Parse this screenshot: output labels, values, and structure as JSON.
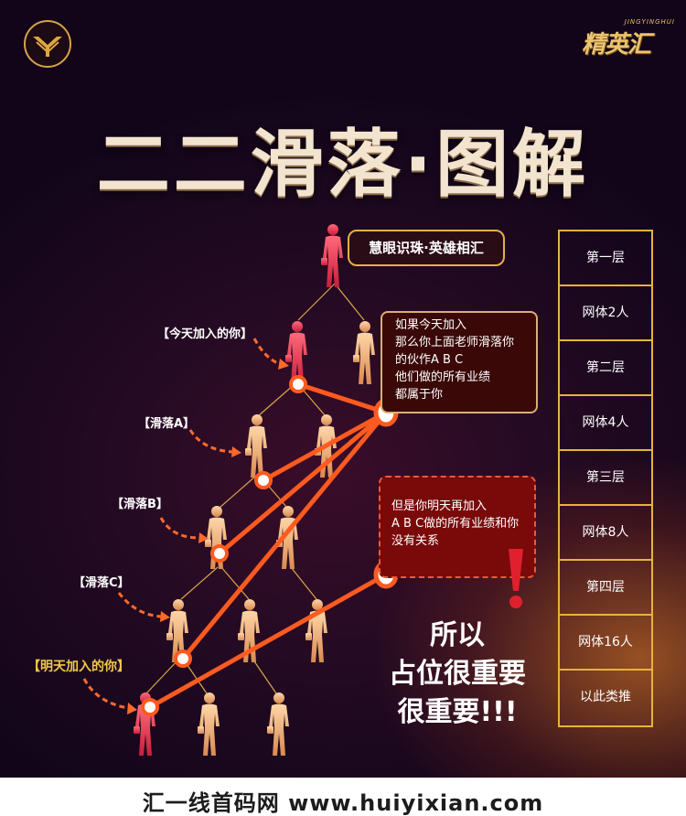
{
  "title": "二二滑落·图解",
  "brand": {
    "main": "精英汇",
    "sub": "JINGYINGHUI"
  },
  "tag": "慧眼识珠·英雄相汇",
  "labels": {
    "today": "【今天加入的你】",
    "slideA": "【滑落A】",
    "slideB": "【滑落B】",
    "slideC": "【滑落C】",
    "tomorrow": "【明天加入的你】"
  },
  "info1": [
    "如果今天加入",
    "那么你上面老师滑落你",
    "的伙作A B C",
    "他们做的所有业绩",
    "都属于你"
  ],
  "info2": [
    "但是你明天再加入",
    "A B C做的所有业绩和你",
    "没有关系"
  ],
  "conclusion": [
    "所以",
    "占位很重要",
    "很重要!!!"
  ],
  "levels": [
    "第一层",
    "网体2人",
    "第二层",
    "网体4人",
    "第三层",
    "网体8人",
    "第四层",
    "网体16人",
    "以此类推"
  ],
  "footer": "汇一线首码网 www.huiyixian.com",
  "colors": {
    "accent": "#ff5a1f",
    "gold": "#e8b23c",
    "person_gold": "#f0b07a",
    "person_red": "#e8324a"
  }
}
